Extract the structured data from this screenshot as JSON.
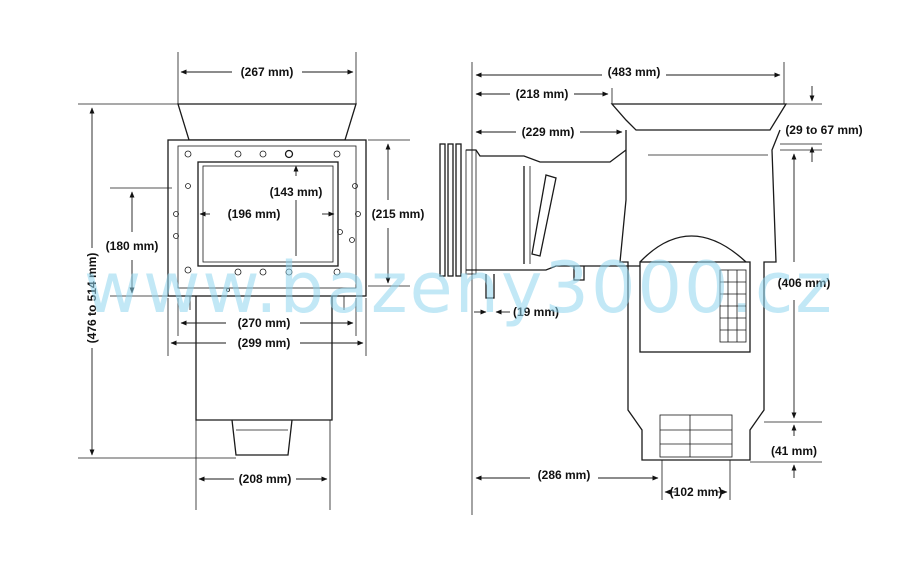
{
  "watermark": "www.bazeny3000.cz",
  "front_view": {
    "top_width": "(267 mm)",
    "opening_height": "(143 mm)",
    "opening_width": "(196 mm)",
    "inner_height": "(180 mm)",
    "flange_height": "(215 mm)",
    "overall_height": "(476 to 514 mm)",
    "body_width": "(270 mm)",
    "flange_width": "(299 mm)",
    "bottom_width": "(208 mm)"
  },
  "side_view": {
    "total_length": "(483 mm)",
    "length_218": "(218 mm)",
    "length_229": "(229 mm)",
    "deck_range": "(29 to 67 mm)",
    "wall_flange": "(19 mm)",
    "body_height": "(406 mm)",
    "base_height": "(41 mm)",
    "depth_286": "(286 mm)",
    "outlet_width": "(102 mm)"
  }
}
